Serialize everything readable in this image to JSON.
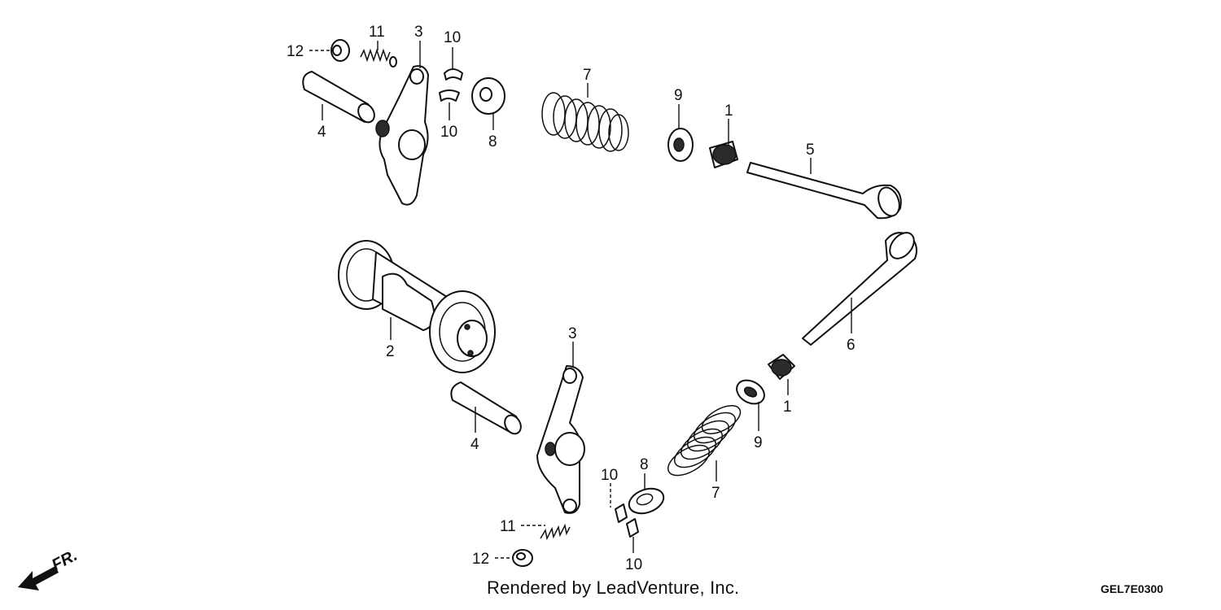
{
  "diagram": {
    "callouts": [
      {
        "id": "c12a",
        "text": "12"
      },
      {
        "id": "c11a",
        "text": "11"
      },
      {
        "id": "c3a",
        "text": "3"
      },
      {
        "id": "c10a",
        "text": "10"
      },
      {
        "id": "c10b",
        "text": "10"
      },
      {
        "id": "c4a",
        "text": "4"
      },
      {
        "id": "c8a",
        "text": "8"
      },
      {
        "id": "c7a",
        "text": "7"
      },
      {
        "id": "c9a",
        "text": "9"
      },
      {
        "id": "c1a",
        "text": "1"
      },
      {
        "id": "c5",
        "text": "5"
      },
      {
        "id": "c2",
        "text": "2"
      },
      {
        "id": "c3b",
        "text": "3"
      },
      {
        "id": "c6",
        "text": "6"
      },
      {
        "id": "c1b",
        "text": "1"
      },
      {
        "id": "c9b",
        "text": "9"
      },
      {
        "id": "c4b",
        "text": "4"
      },
      {
        "id": "c8b",
        "text": "8"
      },
      {
        "id": "c10c",
        "text": "10"
      },
      {
        "id": "c7b",
        "text": "7"
      },
      {
        "id": "c11b",
        "text": "11"
      },
      {
        "id": "c12b",
        "text": "12"
      },
      {
        "id": "c10d",
        "text": "10"
      }
    ],
    "direction_label": "FR.",
    "credit": "Rendered by LeadVenture, Inc.",
    "diagram_code": "GEL7E0300"
  }
}
